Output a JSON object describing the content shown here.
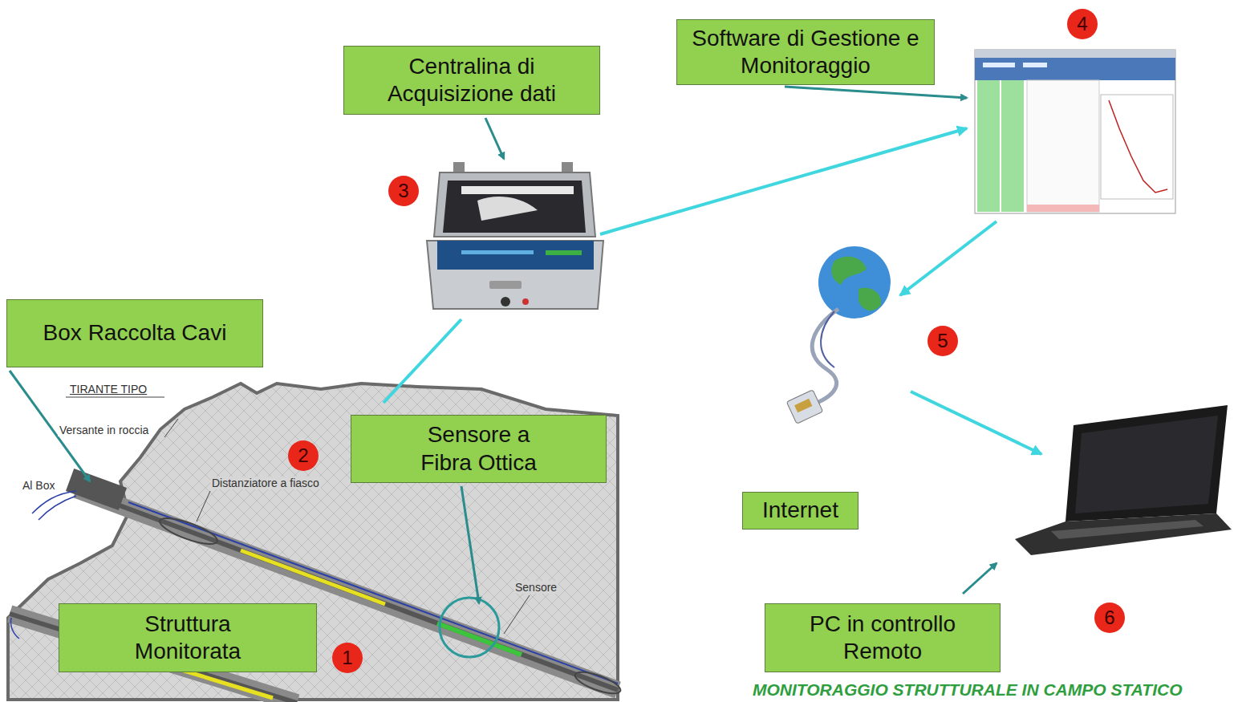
{
  "diagram": {
    "caption": "MONITORAGGIO STRUTTURALE IN CAMPO STATICO",
    "nodes": [
      {
        "text": [
          "Software di Gestione e Monitoraggio"
        ]
      },
      {
        "text": [
          "4"
        ]
      },
      {
        "text": [
          "Centralina di Acquisizione dati"
        ]
      },
      {
        "text": [
          "3"
        ]
      },
      {
        "text": [
          "Box Raccolta Cavi"
        ]
      },
      {
        "text": [
          "5"
        ]
      },
      {
        "text": [
          "Sensore a Fibra Ottica"
        ]
      },
      {
        "text": [
          "2"
        ]
      },
      {
        "text": [
          "Internet"
        ]
      },
      {
        "text": [
          "PC in controllo Remoto"
        ]
      },
      {
        "text": [
          "Struttura Monitorata"
        ]
      },
      {
        "text": [
          "6"
        ]
      },
      {
        "text": [
          "1"
        ]
      }
    ],
    "labels": [
      "TIRANTE TIPO",
      "Versante in roccia",
      "Al Box",
      "Distanziatore a fiasco",
      "Sensore"
    ]
  }
}
